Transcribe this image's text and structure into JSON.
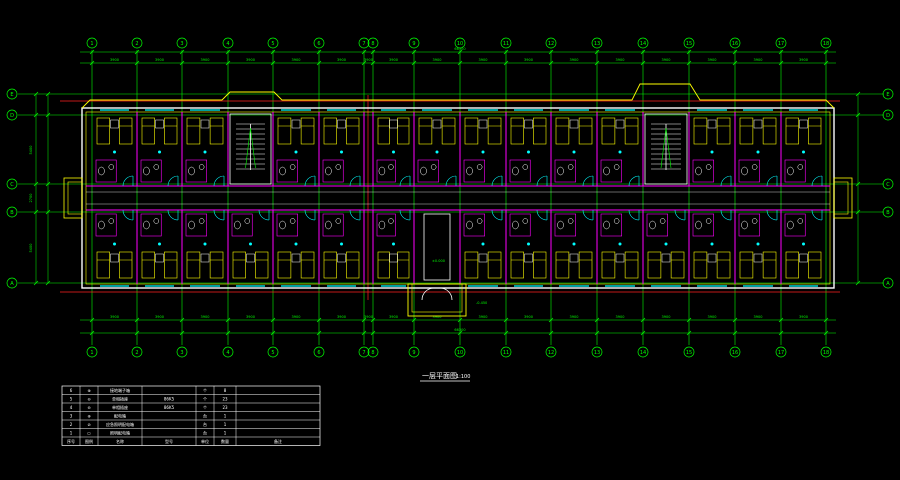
{
  "drawing": {
    "title": "一层平面图",
    "scale": "1:100",
    "colors": {
      "background": "#000000",
      "grid": "#00ff00",
      "wall": "#ffffff",
      "partition": "#ff00ff",
      "red_axis": "#ff2020",
      "furniture": "#ffff00",
      "door": "#00ffff",
      "fixture": "#ffffff"
    },
    "column_axes": [
      "1",
      "2",
      "3",
      "4",
      "5",
      "6",
      "7",
      "8",
      "9",
      "10",
      "11",
      "12",
      "13",
      "14",
      "15",
      "16",
      "17",
      "18"
    ],
    "row_axes": [
      "A",
      "B",
      "C",
      "D",
      "E"
    ],
    "top_dims": [
      "3900",
      "3900",
      "3900",
      "3900",
      "3900",
      "3900",
      "3900",
      "3900",
      "3900",
      "3900",
      "3900",
      "3900",
      "3900",
      "3900",
      "3900",
      "3900",
      "3900"
    ],
    "total_dim": "66300",
    "left_dims": [
      "5400",
      "2700",
      "5400"
    ],
    "level_marks": [
      "±0.000",
      "-0.450"
    ]
  },
  "legend": {
    "rows": [
      {
        "no": "6",
        "mark": "⊕",
        "name": "接地端子箱",
        "model": "",
        "unit": "个",
        "qty": "8",
        "note": ""
      },
      {
        "no": "5",
        "mark": "⊖",
        "name": "单相插座",
        "model": "86K5",
        "unit": "个",
        "qty": "23",
        "note": ""
      },
      {
        "no": "4",
        "mark": "⊖",
        "name": "单相插座",
        "model": "86K5",
        "unit": "个",
        "qty": "23",
        "note": ""
      },
      {
        "no": "3",
        "mark": "⊕",
        "name": "配电箱",
        "model": "",
        "unit": "台",
        "qty": "1",
        "note": ""
      },
      {
        "no": "2",
        "mark": "⊘",
        "name": "应急照明配电箱",
        "model": "",
        "unit": "台",
        "qty": "1",
        "note": ""
      },
      {
        "no": "1",
        "mark": "▭",
        "name": "照明配电箱",
        "model": "",
        "unit": "台",
        "qty": "1",
        "note": ""
      }
    ],
    "header": {
      "no": "序号",
      "mark": "图例",
      "name": "名称",
      "model": "型号",
      "unit": "单位",
      "qty": "数量",
      "note": "备注"
    }
  }
}
